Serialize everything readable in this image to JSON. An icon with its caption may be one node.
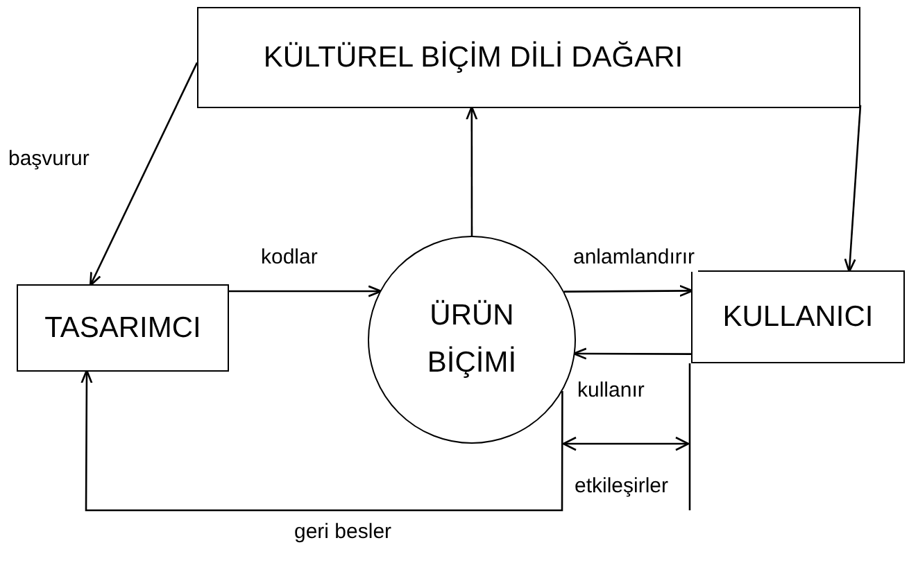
{
  "diagram": {
    "nodes": [
      {
        "text": [
          "KÜLTÜREL BİÇİM DİLİ DAĞARI"
        ]
      },
      {
        "text": [
          "TASARIMCI"
        ]
      },
      {
        "text": [
          "ÜRÜN BİÇİMİ"
        ]
      },
      {
        "text": [
          "KULLANICI"
        ]
      }
    ],
    "edges": [
      {
        "from": 0,
        "to": 1,
        "arrow": "to",
        "label": "başvurur"
      },
      {
        "from": 1,
        "to": 2,
        "arrow": "to",
        "label": "kodlar"
      },
      {
        "from": 2,
        "to": 0,
        "arrow": "to"
      },
      {
        "from": 0,
        "to": 3,
        "arrow": "to"
      },
      {
        "from": 2,
        "to": 3,
        "arrow": "to",
        "label": "anlamlandırır"
      },
      {
        "from": 3,
        "to": 2,
        "arrow": "to",
        "label": "kullanır"
      },
      {
        "from": 2,
        "to": 1,
        "arrow": "to",
        "label": "geri besler"
      }
    ],
    "labels": [
      "etkileşirler"
    ]
  }
}
